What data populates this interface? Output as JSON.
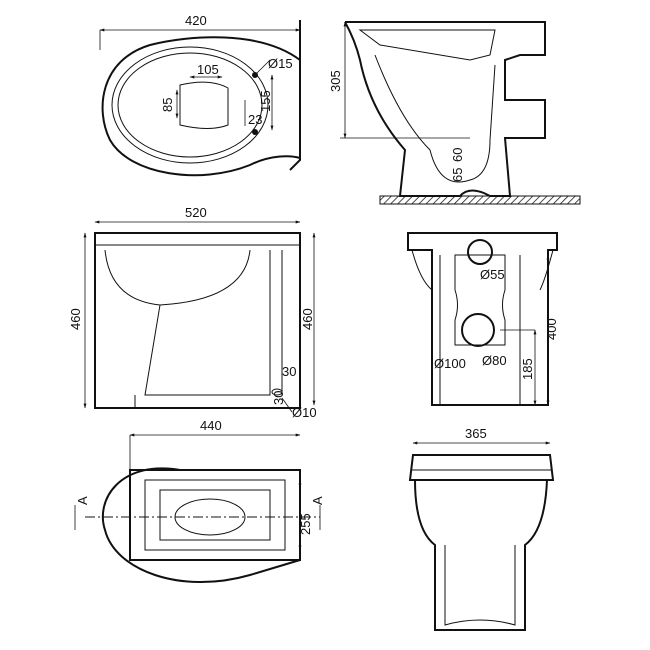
{
  "plan_top": {
    "width": "420",
    "outlet_dia": "Ø15",
    "w105": "105",
    "h85": "85",
    "h155": "155",
    "d23": "23"
  },
  "side_section": {
    "height": "305",
    "d60": "60",
    "d65": "65"
  },
  "side_view": {
    "length": "520",
    "height_left": "460",
    "height_right": "460",
    "d30a": "30",
    "d30b": "30",
    "dia10": "Ø10"
  },
  "rear_view": {
    "dia55": "Ø55",
    "height": "400",
    "dia100": "Ø100",
    "dia80": "Ø80",
    "h185": "185"
  },
  "plan_bottom": {
    "length": "440",
    "section_left": "A",
    "section_right": "A",
    "width": "255"
  },
  "front_view": {
    "width": "365"
  }
}
